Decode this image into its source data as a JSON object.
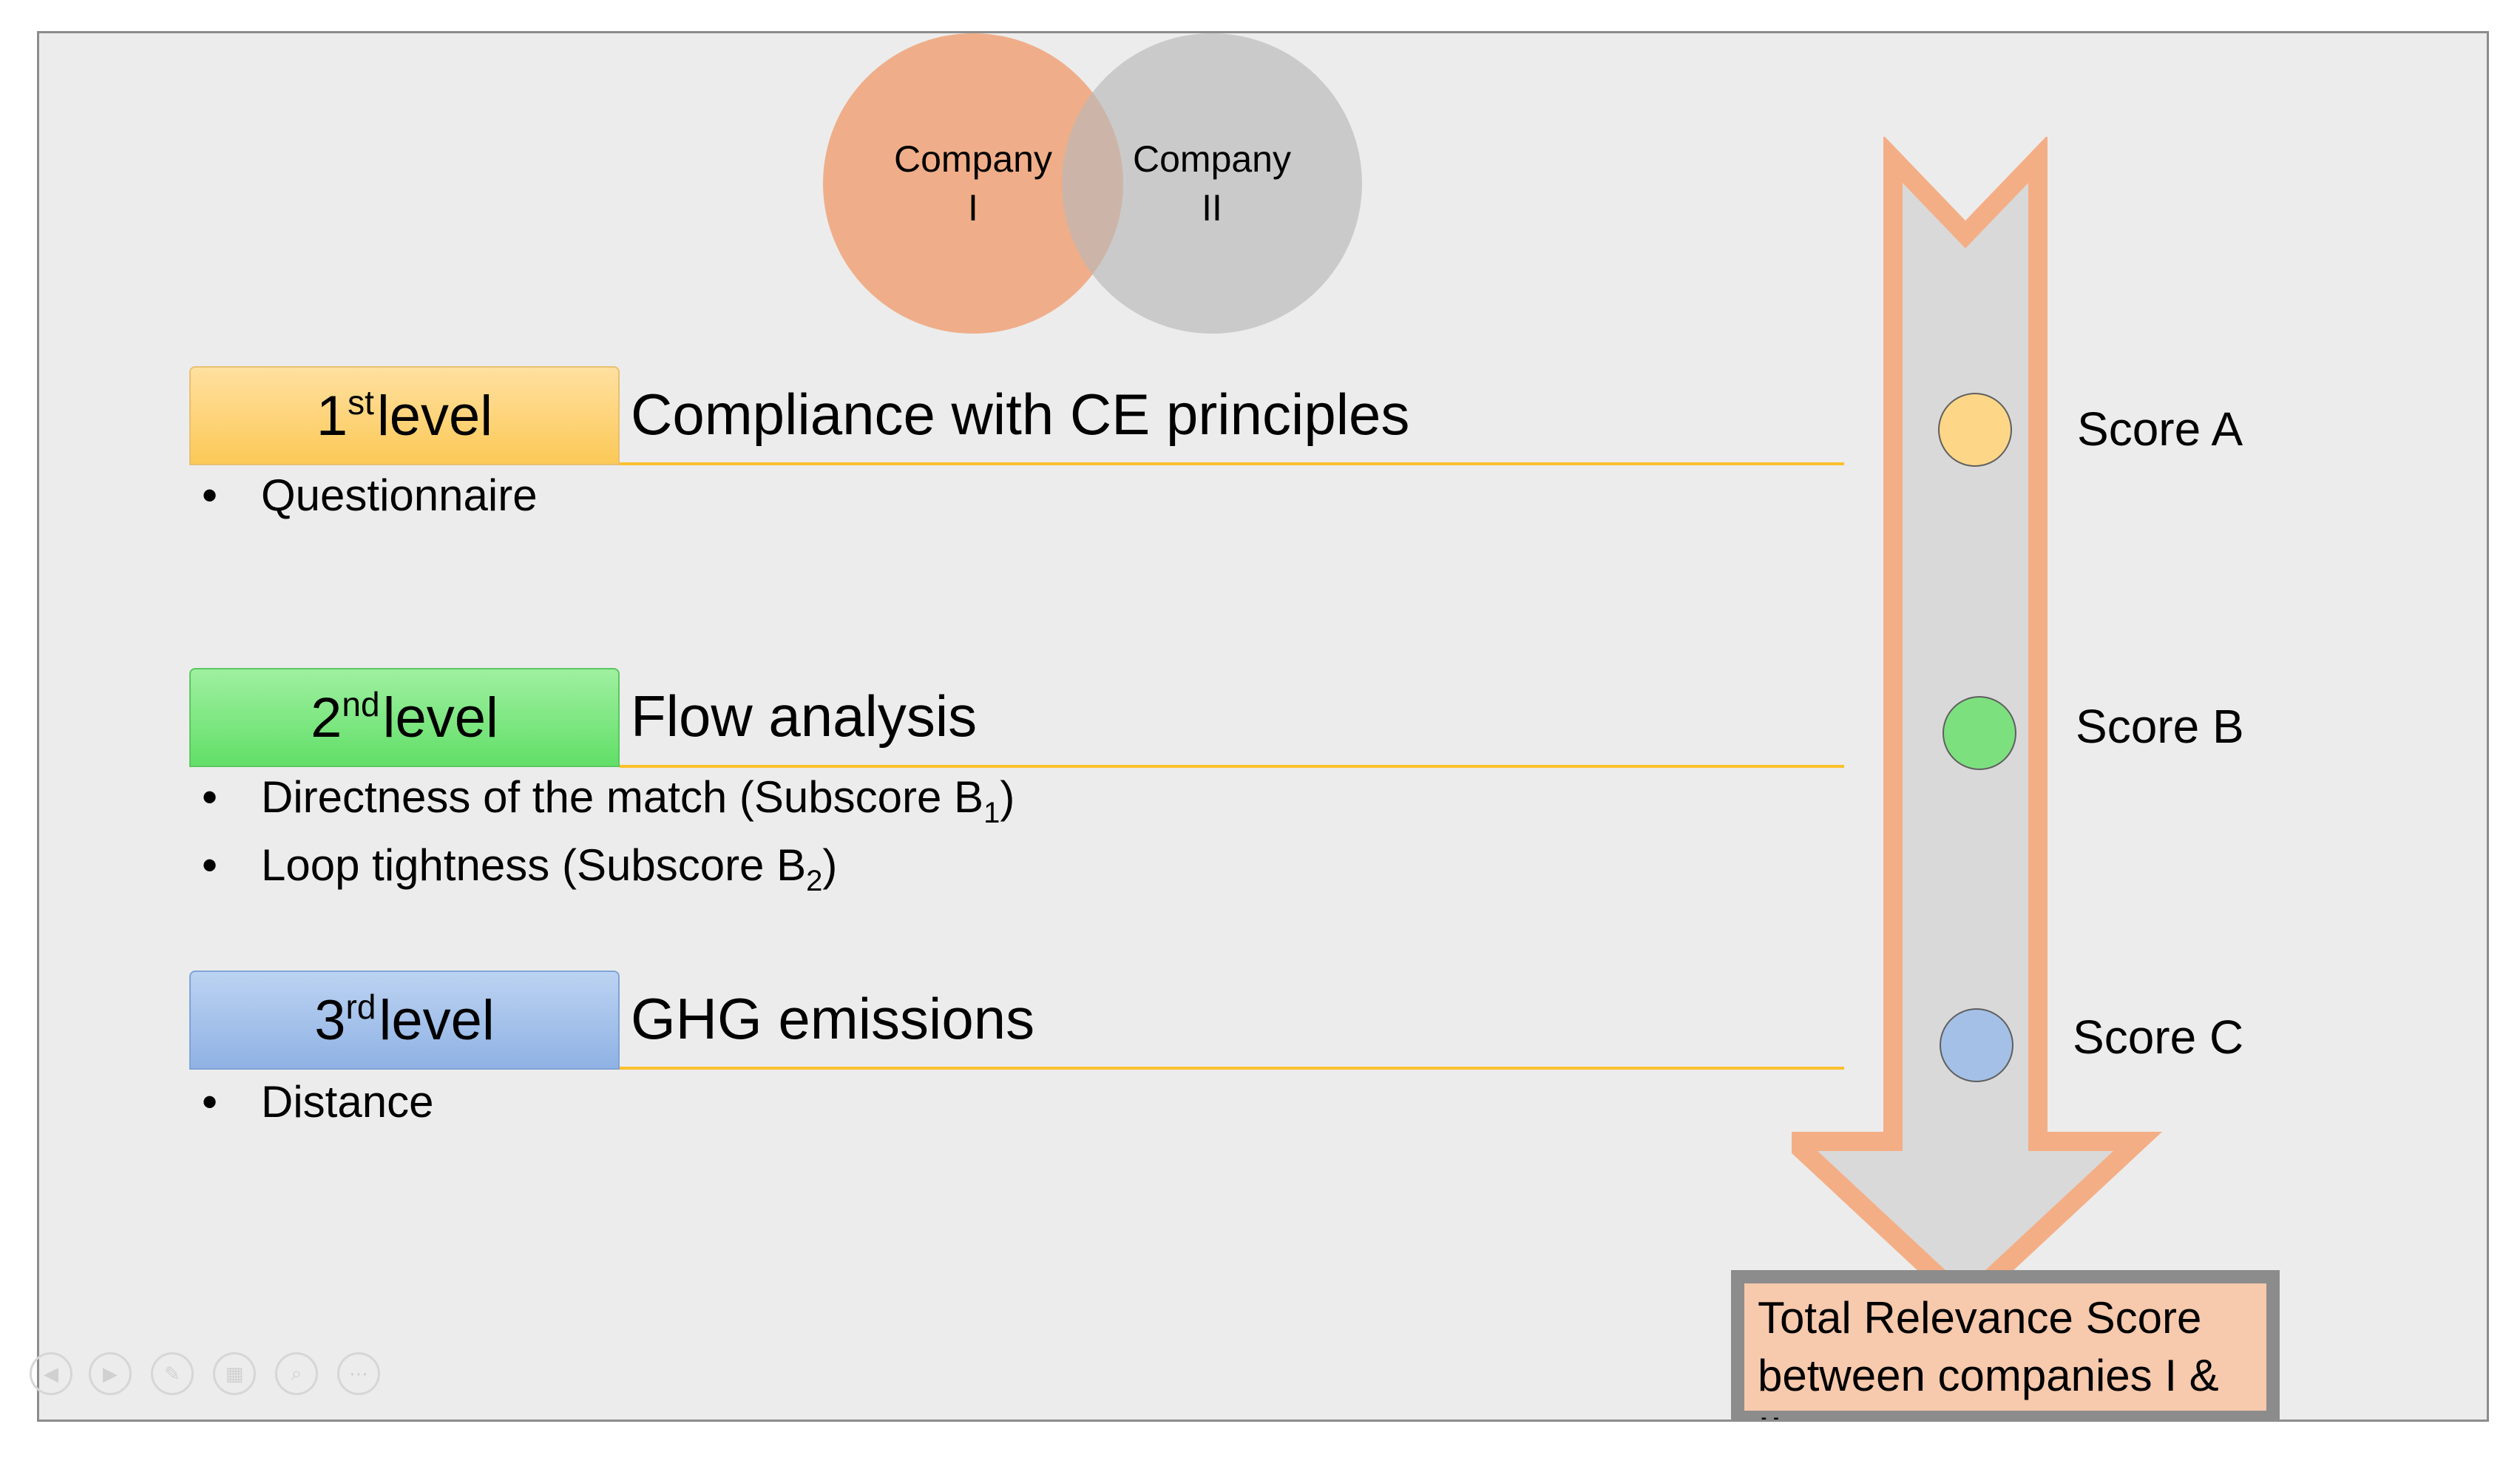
{
  "venn": {
    "left_label": [
      "Company",
      "I"
    ],
    "right_label": [
      "Company",
      "II"
    ]
  },
  "levels": [
    {
      "num": "1",
      "suffix": "st",
      "word": "level",
      "title": "Compliance with CE principles"
    },
    {
      "num": "2",
      "suffix": "nd",
      "word": "level",
      "title": "Flow analysis"
    },
    {
      "num": "3",
      "suffix": "rd",
      "word": "level",
      "title": "GHG emissions"
    }
  ],
  "bullets": {
    "level1": [
      "Questionnaire"
    ],
    "level2": [
      {
        "text": "Directness of the match (Subscore B",
        "sub": "1",
        "tail": ")"
      },
      {
        "text": "Loop tightness (Subscore B",
        "sub": "2",
        "tail": ")"
      }
    ],
    "level3": [
      "Distance"
    ]
  },
  "scores": [
    {
      "label": "Score A",
      "color": "#fdd688"
    },
    {
      "label": "Score B",
      "color": "#7de07f"
    },
    {
      "label": "Score C",
      "color": "#a4c0e6"
    }
  ],
  "total": {
    "line1": "Total Relevance Score",
    "line2": "between companies I & II"
  },
  "colors": {
    "company1": "#f2aa7f",
    "company2": "#bdbdbd",
    "arrow_border": "#f4ae85",
    "arrow_fill": "#d9d9d9",
    "rule": "#fbc02d",
    "level1_top": "#ffe0a0",
    "level1_bottom": "#fcc957",
    "level2_top": "#9ff0a0",
    "level2_bottom": "#62df68",
    "level3_top": "#bcd3f2",
    "level3_bottom": "#8fb2e4"
  },
  "controls": [
    "prev-icon",
    "next-icon",
    "pen-icon",
    "slides-icon",
    "zoom-icon",
    "more-icon"
  ]
}
